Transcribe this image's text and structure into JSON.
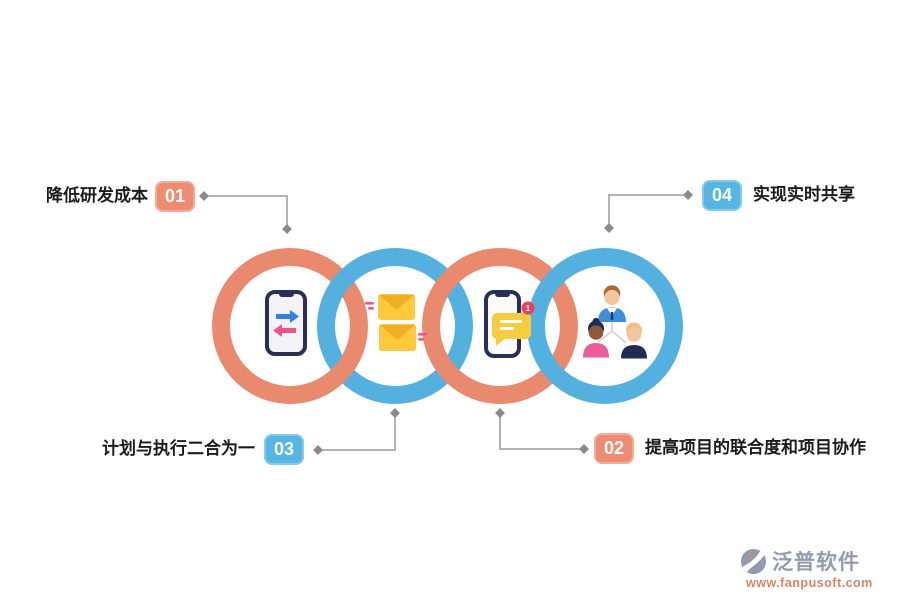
{
  "figure": {
    "callouts": [
      {
        "id": "01",
        "label": "降低研发成本",
        "badge_color": "#ee8c72",
        "position": "top-left"
      },
      {
        "id": "02",
        "label": "提高项目的联合度和项目协作",
        "badge_color": "#ee8c72",
        "position": "bottom-right"
      },
      {
        "id": "03",
        "label": "计划与执行二合为一",
        "badge_color": "#55b6e3",
        "position": "bottom-left"
      },
      {
        "id": "04",
        "label": "实现实时共享",
        "badge_color": "#55b6e3",
        "position": "top-right"
      }
    ],
    "rings": [
      {
        "index": 1,
        "color": "#e98a6f",
        "icon": "phone-transfer-icon",
        "linked_callout": "01"
      },
      {
        "index": 2,
        "color": "#54b1df",
        "icon": "mail-icon",
        "linked_callout": "03"
      },
      {
        "index": 3,
        "color": "#e98a6f",
        "icon": "phone-message-icon",
        "linked_callout": "02"
      },
      {
        "index": 4,
        "color": "#54b1df",
        "icon": "team-icon",
        "linked_callout": "04"
      }
    ],
    "notification_count": "1"
  },
  "logo": {
    "brand": "泛普软件",
    "url": "www.fanpusoft.com"
  },
  "colors": {
    "ring_salmon": "#e98a6f",
    "ring_blue": "#54b1df",
    "badge_orange": "#ee8c72",
    "badge_blue": "#55b6e3",
    "connector_gray": "#9a9a9a",
    "label_text": "#1b1b1b",
    "envelope_yellow": "#ffc93b",
    "phone_navy": "#2a2f57",
    "logo_gray": "#939cad",
    "logo_url_salmon": "#d9826b"
  }
}
